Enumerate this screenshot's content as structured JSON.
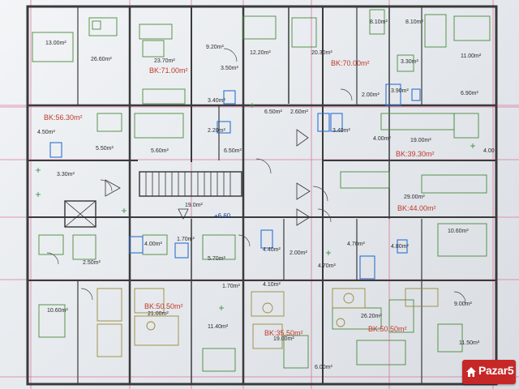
{
  "plan": {
    "area_labels": [
      "13.00m²",
      "26.60m²",
      "23.70m²",
      "9.20m²",
      "12.20m²",
      "20.30m²",
      "8.10m²",
      "8.10m²",
      "11.00m²",
      "3.50m²",
      "3.30m²",
      "3.40m²",
      "6.50m²",
      "2.60m²",
      "2.00m²",
      "3.90m²",
      "6.90m²",
      "4.50m²",
      "2.20m²",
      "3.40m²",
      "4.00m²",
      "19.00m²",
      "5.50m²",
      "5.60m²",
      "6.50m²",
      "4.00",
      "3.30m²",
      "29.00m²",
      "10.60m²",
      "4.00m²",
      "1.70m²",
      "5.70m²",
      "4.40m²",
      "2.00m²",
      "4.70m²",
      "4.80m²",
      "2.50m²",
      "4.70m²",
      "1.70m²",
      "4.10m²",
      "10.60m²",
      "21.00m²",
      "26.20m²",
      "9.00m²",
      "11.40m²",
      "19.00m²",
      "11.50m²",
      "6.00m²",
      "19.0m²"
    ],
    "apartment_labels": [
      "BK:71.00m²",
      "BK:70.00m²",
      "BK:56.30m²",
      "BK:39.30m²",
      "BK:44.00m²",
      "BK:50.50m²",
      "BK:35.50m²",
      "BK:50.50m²"
    ],
    "elevation": "+6.60"
  },
  "watermark": {
    "brand": "Pazar5",
    "icon": "house-icon",
    "color": "#c62828"
  },
  "colors": {
    "wall": "#3a3a3a",
    "grid_pink": "#d85a8a",
    "furniture_green": "#4a8a3c",
    "furniture_olive": "#9a8a3a",
    "fixture_blue": "#2e6fd1"
  }
}
